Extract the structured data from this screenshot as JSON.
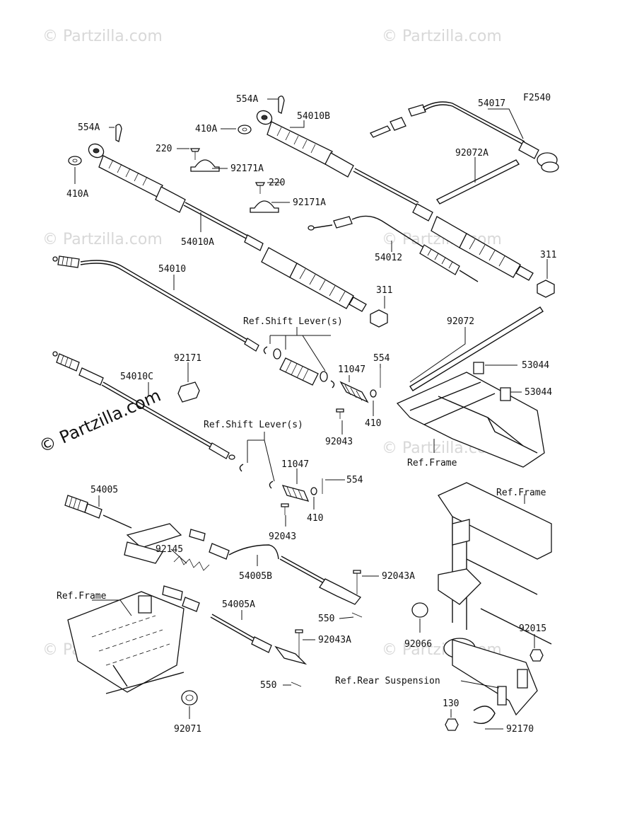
{
  "figure_code": "F2540",
  "brand_mark": "© Partzilla.com",
  "watermark_text": "© Partzilla.com",
  "labels": {
    "l554A_top": "554A",
    "l54010B": "54010B",
    "l54017": "54017",
    "l554A_left": "554A",
    "l410A_top": "410A",
    "l220_top": "220",
    "l92171A_top": "92171A",
    "l92072A": "92072A",
    "l220_mid": "220",
    "l92171A_mid": "92171A",
    "l410A_left": "410A",
    "l54010A": "54010A",
    "l54012": "54012",
    "l311_right": "311",
    "l54010": "54010",
    "l311_mid": "311",
    "l_ref_shift1": "Ref.Shift Lever(s)",
    "l92072": "92072",
    "l92171": "92171",
    "l11047_top": "11047",
    "l554_top": "554",
    "l54010C": "54010C",
    "l53044_a": "53044",
    "l53044_b": "53044",
    "l410_top": "410",
    "l92043_top": "92043",
    "l_ref_shift2": "Ref.Shift Lever(s)",
    "l_ref_frame1": "Ref.Frame",
    "l11047_bot": "11047",
    "l554_bot": "554",
    "l54005": "54005",
    "l410_bot": "410",
    "l_ref_frame2": "Ref.Frame",
    "l92043_bot": "92043",
    "l92145": "92145",
    "l54005B": "54005B",
    "l92043A_top": "92043A",
    "l_ref_frame3": "Ref.Frame",
    "l54005A": "54005A",
    "l550_top": "550",
    "l92015": "92015",
    "l92043A_bot": "92043A",
    "l92066": "92066",
    "l_ref_rear": "Ref.Rear Suspension",
    "l550_bot": "550",
    "l130": "130",
    "l92170": "92170",
    "l92071": "92071"
  }
}
